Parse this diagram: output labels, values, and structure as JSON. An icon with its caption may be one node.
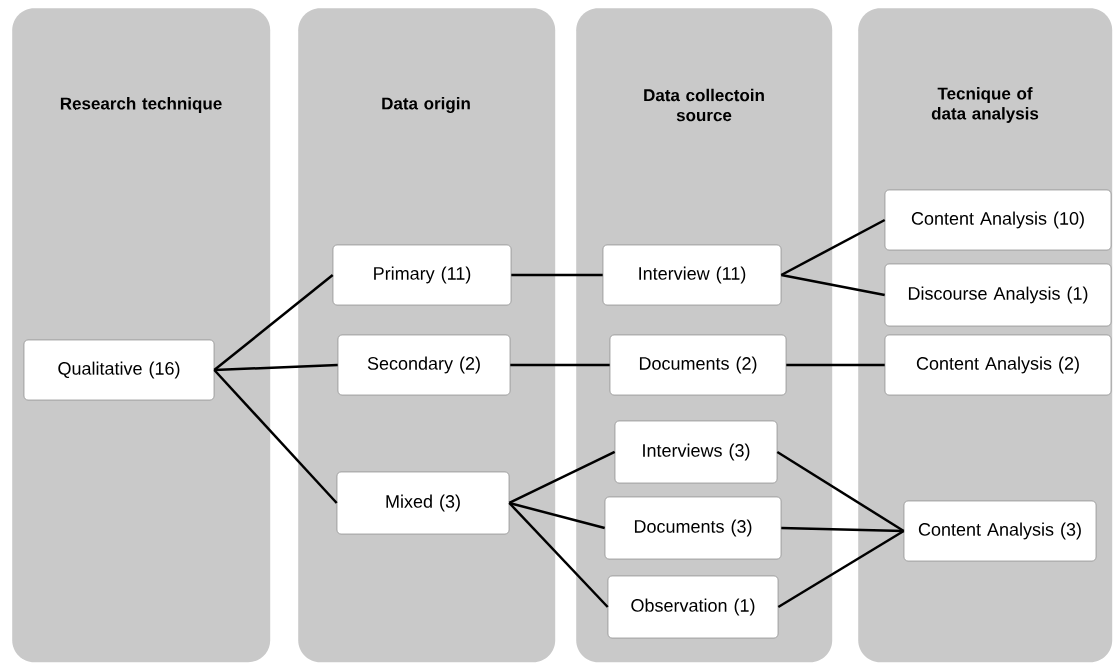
{
  "diagram": {
    "nodes": [
      {
        "text": [
          "Research technique"
        ]
      },
      {
        "text": [
          "Data origin"
        ]
      },
      {
        "text": [
          "Data collectoin source"
        ]
      },
      {
        "text": [
          "Tecnique of data analysis"
        ]
      },
      {
        "text": [
          "Qualitative (16)"
        ],
        "in": 0
      },
      {
        "text": [
          "Primary (11)"
        ],
        "in": 1
      },
      {
        "text": [
          "Secondary (2)"
        ],
        "in": 1
      },
      {
        "text": [
          "Mixed (3)"
        ],
        "in": 1
      },
      {
        "text": [
          "Interview (11)"
        ],
        "in": 2
      },
      {
        "text": [
          "Documents (2)"
        ],
        "in": 2
      },
      {
        "text": [
          "Interviews (3)"
        ],
        "in": 2
      },
      {
        "text": [
          "Documents (3)"
        ],
        "in": 2
      },
      {
        "text": [
          "Observation (1)"
        ],
        "in": 2
      },
      {
        "text": [
          "Content Analysis (10)"
        ],
        "in": 3
      },
      {
        "text": [
          "Discourse Analysis (1)"
        ],
        "in": 3
      },
      {
        "text": [
          "Content Analysis (2)"
        ],
        "in": 3
      },
      {
        "text": [
          "Content Analysis (3)"
        ],
        "in": 3
      }
    ],
    "edges": [
      {
        "from": 4,
        "to": 5,
        "arrow": "none"
      },
      {
        "from": 4,
        "to": 6,
        "arrow": "none"
      },
      {
        "from": 4,
        "to": 7,
        "arrow": "none"
      },
      {
        "from": 5,
        "to": 8,
        "arrow": "none"
      },
      {
        "from": 8,
        "to": 13,
        "arrow": "none"
      },
      {
        "from": 8,
        "to": 14,
        "arrow": "none"
      },
      {
        "from": 6,
        "to": 9,
        "arrow": "none"
      },
      {
        "from": 9,
        "to": 15,
        "arrow": "none"
      },
      {
        "from": 7,
        "to": 10,
        "arrow": "none"
      },
      {
        "from": 7,
        "to": 11,
        "arrow": "none"
      },
      {
        "from": 7,
        "to": 12,
        "arrow": "none"
      },
      {
        "from": 10,
        "to": 16,
        "arrow": "none"
      },
      {
        "from": 11,
        "to": 16,
        "arrow": "none"
      },
      {
        "from": 12,
        "to": 16,
        "arrow": "none"
      }
    ]
  }
}
